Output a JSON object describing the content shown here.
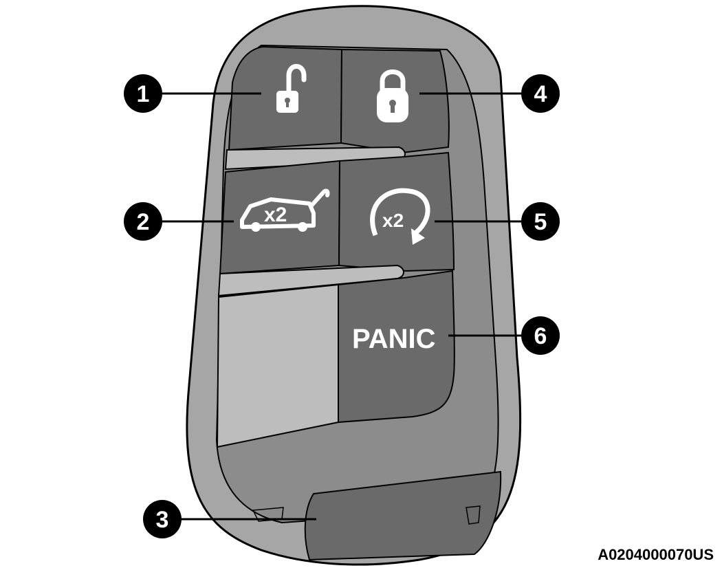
{
  "figure_id": "A0204000070US",
  "callouts": [
    "1",
    "2",
    "3",
    "4",
    "5",
    "6"
  ],
  "buttons": {
    "unlock": {
      "icon": "unlock-padlock-icon"
    },
    "lock": {
      "icon": "lock-padlock-icon"
    },
    "liftgate": {
      "icon": "vehicle-liftgate-icon",
      "label": "x2"
    },
    "remote_start": {
      "icon": "remote-start-arrow-icon",
      "label": "x2"
    },
    "panic": {
      "label": "PANIC"
    },
    "emergency_key": {
      "icon": "key-slot-icon"
    }
  },
  "colors": {
    "fob_outer": "#a6a6a6",
    "fob_body": "#8c8c8c",
    "button_dark": "#6a6a6a",
    "button_light": "#bdbdbd",
    "callout_fill": "#000000",
    "icon_white": "#ffffff"
  }
}
